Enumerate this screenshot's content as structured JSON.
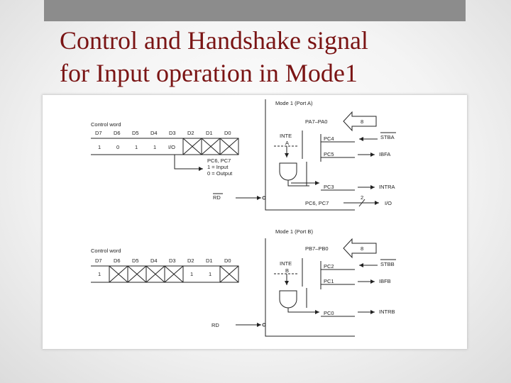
{
  "slide": {
    "title_line1": "Control and Handshake signal",
    "title_line2": "for Input operation in Mode1"
  },
  "portA": {
    "heading": "Mode 1 (Port A)",
    "control_word_label": "Control word",
    "bits": [
      "D7",
      "D6",
      "D5",
      "D4",
      "D3",
      "D2",
      "D1",
      "D0"
    ],
    "values": [
      "1",
      "0",
      "1",
      "1",
      "I/O"
    ],
    "pc67_note": [
      "PC6, PC7",
      "1 = Input",
      "0 = Output"
    ],
    "rd": "RD",
    "bus": "PA7–PA0",
    "bus_width": "8",
    "inte": "INTE",
    "inte_sub": "A",
    "pins": [
      "PC4",
      "PC5",
      "PC3",
      "PC6, PC7"
    ],
    "signals": [
      "STBA",
      "IBFA",
      "INTRA",
      "I/O"
    ],
    "io_width": "2"
  },
  "portB": {
    "heading": "Mode 1 (Port B)",
    "control_word_label": "Control word",
    "bits": [
      "D7",
      "D6",
      "D5",
      "D4",
      "D3",
      "D2",
      "D1",
      "D0"
    ],
    "values_left": [
      "1"
    ],
    "values_right": [
      "1",
      "1"
    ],
    "rd": "RD",
    "bus": "PB7–PB0",
    "bus_width": "8",
    "inte": "INTE",
    "inte_sub": "B",
    "pins": [
      "PC2",
      "PC1",
      "PC0"
    ],
    "signals": [
      "STBB",
      "IBFB",
      "INTRB"
    ]
  }
}
